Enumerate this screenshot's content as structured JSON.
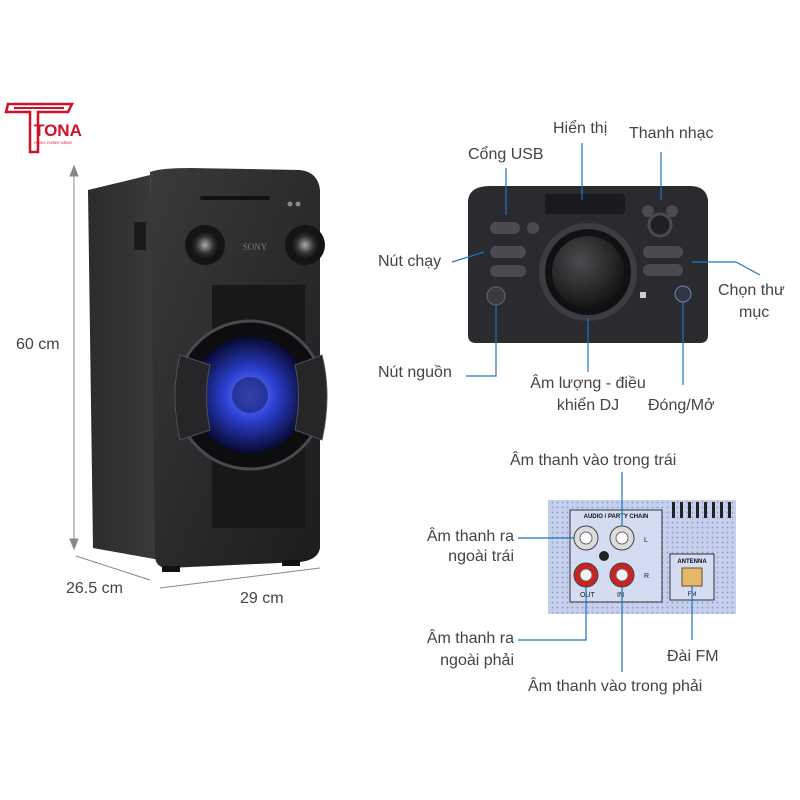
{
  "logo": {
    "text": "TONA",
    "sub": "HÀNG CHÍNH HÃNG"
  },
  "product": {
    "brand": "SONY"
  },
  "dimensions": {
    "height": "60 cm",
    "depth": "26.5 cm",
    "width": "29 cm"
  },
  "control_panel": {
    "hien_thi": "Hiển thị",
    "thanh_nhac": "Thanh nhạc",
    "cong_usb": "Cổng USB",
    "nut_chay": "Nút chạy",
    "chon_thu_muc_1": "Chọn thư",
    "chon_thu_muc_2": "mục",
    "nut_nguon": "Nút nguồn",
    "am_luong_1": "Âm lượng - điều",
    "am_luong_2": "khiển DJ",
    "dong_mo": "Đóng/Mở"
  },
  "rear_panel": {
    "in_left": "Âm thanh vào trong trái",
    "out_left_1": "Âm thanh ra",
    "out_left_2": "ngoài trái",
    "out_right_1": "Âm thanh ra",
    "out_right_2": "ngoài phải",
    "fm": "Đài FM",
    "in_right": "Âm thanh vào trong phải",
    "audio_party": "AUDIO / PARTY CHAIN",
    "antenna": "ANTENNA",
    "fm_small": "FM",
    "out_small": "OUT",
    "in_small": "IN",
    "l_small": "L",
    "r_small": "R"
  },
  "colors": {
    "accent": "#1e73be",
    "logo_red": "#d0102a",
    "panel_blue": "#b9c7e6"
  }
}
